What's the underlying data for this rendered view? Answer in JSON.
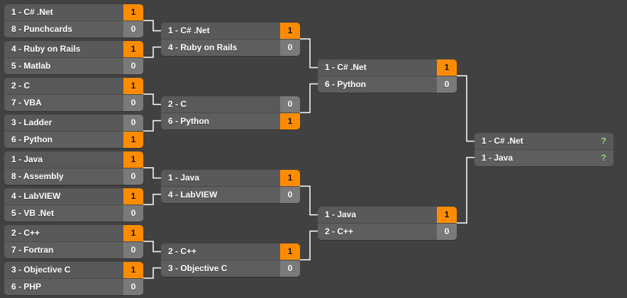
{
  "colors": {
    "background": "#414141",
    "team_bg": "#595959",
    "winner_score": "#ff8c00",
    "loser_score": "#7a7a7a",
    "tbd_mark": "#9be37a",
    "connector": "#ffffff"
  },
  "rounds": [
    {
      "matches": [
        {
          "teams": [
            {
              "name": "1 - C# .Net",
              "score": "1",
              "winner": true
            },
            {
              "name": "8 - Punchcards",
              "score": "0",
              "winner": false
            }
          ]
        },
        {
          "teams": [
            {
              "name": "4 - Ruby on Rails",
              "score": "1",
              "winner": true
            },
            {
              "name": "5 - Matlab",
              "score": "0",
              "winner": false
            }
          ]
        },
        {
          "teams": [
            {
              "name": "2 - C",
              "score": "1",
              "winner": true
            },
            {
              "name": "7 - VBA",
              "score": "0",
              "winner": false
            }
          ]
        },
        {
          "teams": [
            {
              "name": "3 - Ladder",
              "score": "0",
              "winner": false
            },
            {
              "name": "6 - Python",
              "score": "1",
              "winner": true
            }
          ]
        },
        {
          "teams": [
            {
              "name": "1 - Java",
              "score": "1",
              "winner": true
            },
            {
              "name": "8 - Assembly",
              "score": "0",
              "winner": false
            }
          ]
        },
        {
          "teams": [
            {
              "name": "4 - LabVIEW",
              "score": "1",
              "winner": true
            },
            {
              "name": "5 - VB .Net",
              "score": "0",
              "winner": false
            }
          ]
        },
        {
          "teams": [
            {
              "name": "2 - C++",
              "score": "1",
              "winner": true
            },
            {
              "name": "7 - Fortran",
              "score": "0",
              "winner": false
            }
          ]
        },
        {
          "teams": [
            {
              "name": "3 - Objective C",
              "score": "1",
              "winner": true
            },
            {
              "name": "6 - PHP",
              "score": "0",
              "winner": false
            }
          ]
        }
      ]
    },
    {
      "matches": [
        {
          "teams": [
            {
              "name": "1 - C# .Net",
              "score": "1",
              "winner": true
            },
            {
              "name": "4 - Ruby on Rails",
              "score": "0",
              "winner": false
            }
          ]
        },
        {
          "teams": [
            {
              "name": "2 - C",
              "score": "0",
              "winner": false
            },
            {
              "name": "6 - Python",
              "score": "1",
              "winner": true
            }
          ]
        },
        {
          "teams": [
            {
              "name": "1 - Java",
              "score": "1",
              "winner": true
            },
            {
              "name": "4 - LabVIEW",
              "score": "0",
              "winner": false
            }
          ]
        },
        {
          "teams": [
            {
              "name": "2 - C++",
              "score": "1",
              "winner": true
            },
            {
              "name": "3 - Objective C",
              "score": "0",
              "winner": false
            }
          ]
        }
      ]
    },
    {
      "matches": [
        {
          "teams": [
            {
              "name": "1 - C# .Net",
              "score": "1",
              "winner": true
            },
            {
              "name": "6 - Python",
              "score": "0",
              "winner": false
            }
          ]
        },
        {
          "teams": [
            {
              "name": "1 - Java",
              "score": "1",
              "winner": true
            },
            {
              "name": "2 - C++",
              "score": "0",
              "winner": false
            }
          ]
        }
      ]
    },
    {
      "matches": [
        {
          "teams": [
            {
              "name": "1 - C# .Net",
              "score": "?",
              "winner": false,
              "tbd": true
            },
            {
              "name": "1 - Java",
              "score": "?",
              "winner": false,
              "tbd": true
            }
          ]
        }
      ]
    }
  ]
}
